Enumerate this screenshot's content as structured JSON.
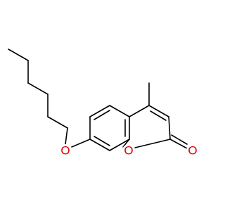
{
  "molecule": {
    "atoms": {
      "ether_oxygen": {
        "label": "O",
        "color": "#e00000"
      },
      "ring_oxygen": {
        "label": "O",
        "color": "#e00000"
      },
      "carbonyl_oxygen": {
        "label": "O",
        "color": "#e00000"
      }
    },
    "bond_color": "#000000"
  }
}
